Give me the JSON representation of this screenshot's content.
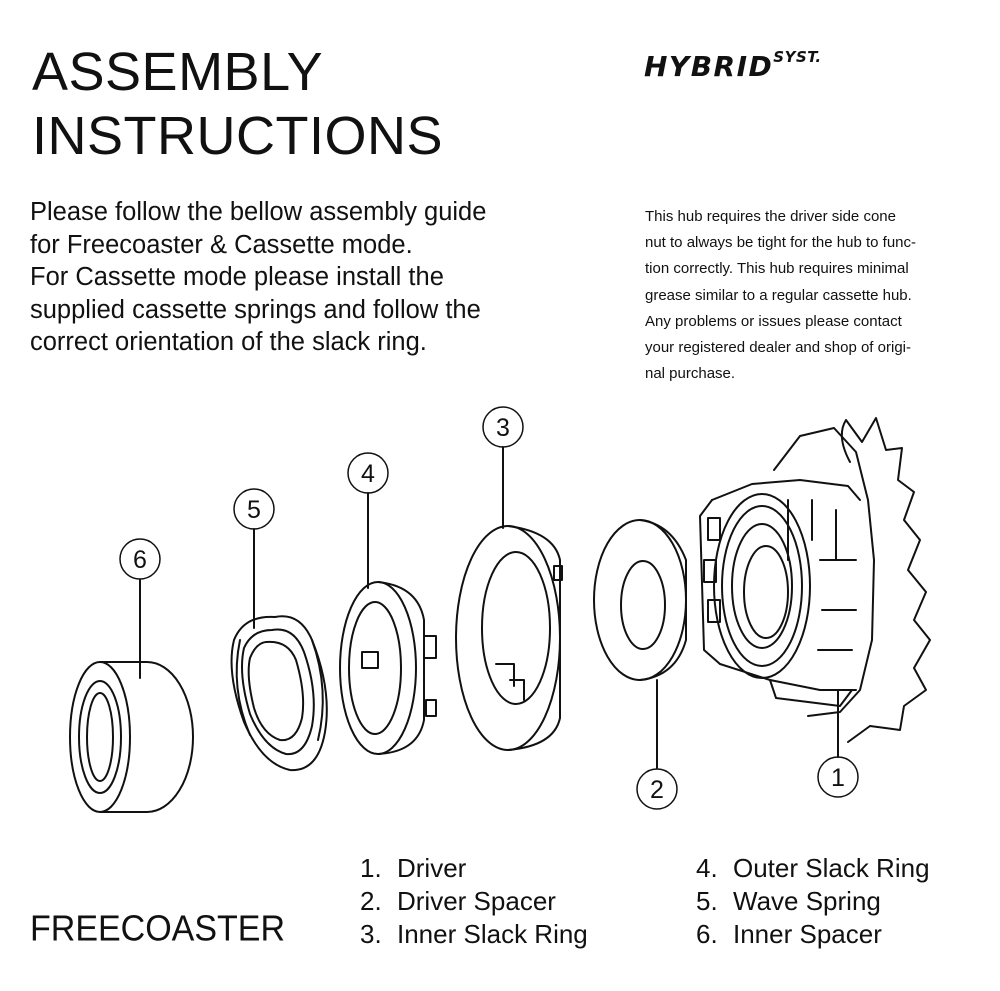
{
  "title": {
    "line1": "ASSEMBLY",
    "line2": "INSTRUCTIONS"
  },
  "logo": {
    "main": "HYBRID",
    "sup": "SYST."
  },
  "intro_lines": [
    "Please follow the bellow assembly guide",
    "for Freecoaster & Cassette mode.",
    "For Cassette mode please install the",
    "supplied cassette springs and follow the",
    "correct orientation of the slack ring."
  ],
  "notice_lines": [
    "This hub requires the driver side cone",
    "nut to always be tight for the hub to func-",
    "tion correctly. This hub requires minimal",
    "grease similar to a regular cassette hub.",
    "Any problems or issues please contact",
    "your registered dealer and shop of origi-",
    "nal purchase."
  ],
  "callouts": [
    "1",
    "2",
    "3",
    "4",
    "5",
    "6"
  ],
  "mode_label": "FREECOASTER",
  "parts_list": [
    {
      "num": "1.",
      "name": "Driver"
    },
    {
      "num": "2.",
      "name": "Driver Spacer"
    },
    {
      "num": "3.",
      "name": "Inner Slack Ring"
    },
    {
      "num": "4.",
      "name": "Outer Slack Ring"
    },
    {
      "num": "5.",
      "name": "Wave Spring"
    },
    {
      "num": "6.",
      "name": "Inner Spacer"
    }
  ]
}
